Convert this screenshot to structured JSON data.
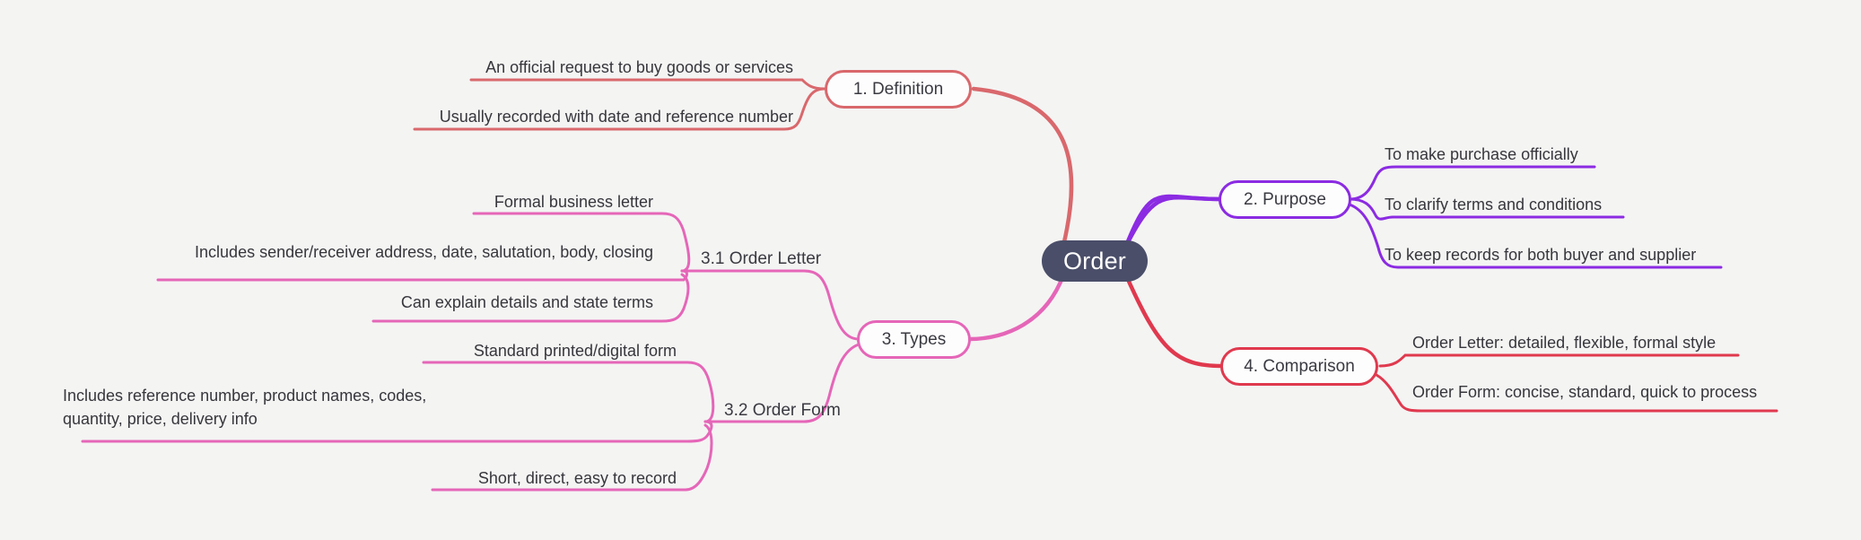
{
  "document": {
    "type": "mind-map",
    "background_color": "#f4f4f3",
    "root": {
      "label": "Order",
      "fill": "#4a4e69",
      "text_color": "#ffffff"
    },
    "branches": [
      {
        "id": "definition",
        "label": "1. Definition",
        "color": "#d9686c",
        "side": "left",
        "leaves": [
          {
            "text": "An official request to buy goods or services"
          },
          {
            "text": "Usually recorded with date and reference number"
          }
        ]
      },
      {
        "id": "purpose",
        "label": "2. Purpose",
        "color": "#8b2be2",
        "side": "right",
        "leaves": [
          {
            "text": "To make purchase officially"
          },
          {
            "text": "To clarify terms and conditions"
          },
          {
            "text": "To keep records for both buyer and supplier"
          }
        ]
      },
      {
        "id": "types",
        "label": "3. Types",
        "color": "#e566b8",
        "side": "left",
        "subnodes": [
          {
            "id": "order-letter",
            "label": "3.1 Order Letter",
            "leaves": [
              {
                "text": "Formal business letter"
              },
              {
                "text": "Includes sender/receiver address, date, salutation, body, closing"
              },
              {
                "text": "Can explain details and state terms"
              }
            ]
          },
          {
            "id": "order-form",
            "label": "3.2 Order Form",
            "leaves": [
              {
                "text": "Standard printed/digital form"
              },
              {
                "text": "Includes reference number, product names, codes, quantity, price, delivery info"
              },
              {
                "text": "Short, direct, easy to record"
              }
            ]
          }
        ]
      },
      {
        "id": "comparison",
        "label": "4. Comparison",
        "color": "#e0394e",
        "side": "right",
        "leaves": [
          {
            "text": "Order Letter: detailed, flexible, formal style"
          },
          {
            "text": "Order Form: concise, standard, quick to process"
          }
        ]
      }
    ]
  }
}
